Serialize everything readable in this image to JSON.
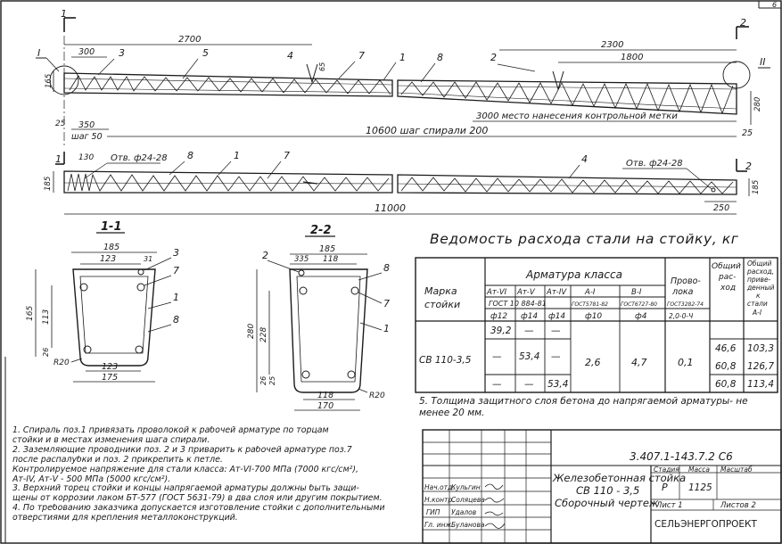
{
  "corner_mark": "6",
  "elevation": {
    "section_mark_1": "1",
    "node_1": "I",
    "node_2": "II",
    "section_mark_2": "2",
    "dims": {
      "d2700": "2700",
      "d300": "300",
      "d2300": "2300",
      "d1800": "1800",
      "d165": "165",
      "d65": "65",
      "d280": "280",
      "d25a": "25",
      "d350": "350",
      "step50": "шаг 50",
      "control_mark": "3000 место нанесения контрольной метки",
      "spiral": "10600 шаг спирали 200",
      "d25b": "25",
      "d11000": "11000",
      "d130": "130",
      "d185": "185",
      "d185b": "185",
      "d250": "250",
      "hole_left": "Отв. ф24-28",
      "hole_right": "Отв. ф24-28"
    },
    "positions": {
      "p3": "3",
      "p5": "5",
      "p4": "4",
      "p7": "7",
      "p1": "1",
      "p8": "8",
      "p2": "2",
      "p8b": "8",
      "p1b": "1",
      "p7b": "7",
      "p4b": "4"
    }
  },
  "section_11": {
    "title": "1-1",
    "w185": "185",
    "w123": "123",
    "d31": "31",
    "h165": "165",
    "h113": "113",
    "h26": "26",
    "r20": "R20",
    "b123": "123",
    "b175": "175",
    "p3": "3",
    "p7": "7",
    "p1": "1",
    "p8": "8"
  },
  "section_22": {
    "title": "2-2",
    "w185": "185",
    "w335": "335",
    "w118": "118",
    "h280": "280",
    "h228": "228",
    "h26": "26",
    "h25": "25",
    "b118": "118",
    "b170": "170",
    "r20": "R20",
    "p2": "2",
    "p8": "8",
    "p7": "7",
    "p1": "1"
  },
  "schedule": {
    "title": "Ведомость расхода стали на стойку, кг",
    "brand_header": "Марка стойки",
    "rebar_header": "Арматура класса",
    "wire_header": "Прово- лока",
    "total_header": "Общий рас- ход",
    "total2_header": "Общий расход, приве- денный к стали А-I",
    "classes": [
      "Ат-VI",
      "Ат-V",
      "Ат-IV",
      "А-I",
      "В-I"
    ],
    "gosts": [
      "ГОСТ 10 884-81",
      "ГОСТ5781-82",
      "ГОСТ6727-80",
      "ГОСТ3282-74"
    ],
    "diameters": [
      "ф12",
      "ф14",
      "ф14",
      "ф10",
      "ф4",
      "2,0-0-Ч"
    ],
    "brand": "СВ 110-3,5",
    "rows": [
      [
        "39,2",
        "—",
        "—"
      ],
      [
        "—",
        "53,4",
        "—"
      ],
      [
        "—",
        "—",
        "53,4"
      ]
    ],
    "a1": "2,6",
    "b1": "4,7",
    "wire": "0,1",
    "totals": [
      "46,6",
      "60,8",
      "60,8"
    ],
    "totals_a1": [
      "103,3",
      "126,7",
      "113,4"
    ]
  },
  "note5": "5. Толщина защитного слоя бетона до напрягаемой арматуры- не менее 20 мм.",
  "notes": [
    "1. Спираль поз.1 привязать проволокой к рабочей арматуре по торцам",
    "стойки и в местах изменения шага спирали.",
    "2. Заземляющие проводники поз. 2 и 3 приварить к рабочей арматуре поз.7",
    "после распалубки и поз. 2 прикрепить к петле.",
    "Контролируемое напряжение для стали класса: Ат-VI-700 МПа (7000 кгс/см²),",
    "Ат-IV, Ат-V - 500 МПа (5000 кгс/см²).",
    "3. Верхний торец стойки и концы напрягаемой арматуры должны быть защи-",
    "щены от коррозии лаком БТ-577 (ГОСТ 5631-79) в два слоя или другим покрытием.",
    "4. По требованию заказчика допускается изготовление стойки с дополнительными",
    "отверстиями для крепления металлоконструкций."
  ],
  "title_block": {
    "code": "3.407.1-143.7.2 С6",
    "name_line1": "Железобетонная стойка",
    "name_line2": "СВ 110 - 3,5",
    "name_line3": "Сборочный чертеж",
    "stage_label": "Стадия",
    "mass_label": "Масса",
    "scale_label": "Масштаб",
    "stage": "Р",
    "mass": "1125",
    "sheet": "Лист 1",
    "sheets": "Листов 2",
    "org": "СЕЛЬЭНЕРГОПРОЕКТ",
    "roles": [
      "Нач.отд.",
      "Н.контр.",
      "ГИП",
      "Гл. инж."
    ],
    "names": [
      "Кульгин",
      "Соляцева",
      "Удалов",
      "Буланова"
    ]
  }
}
